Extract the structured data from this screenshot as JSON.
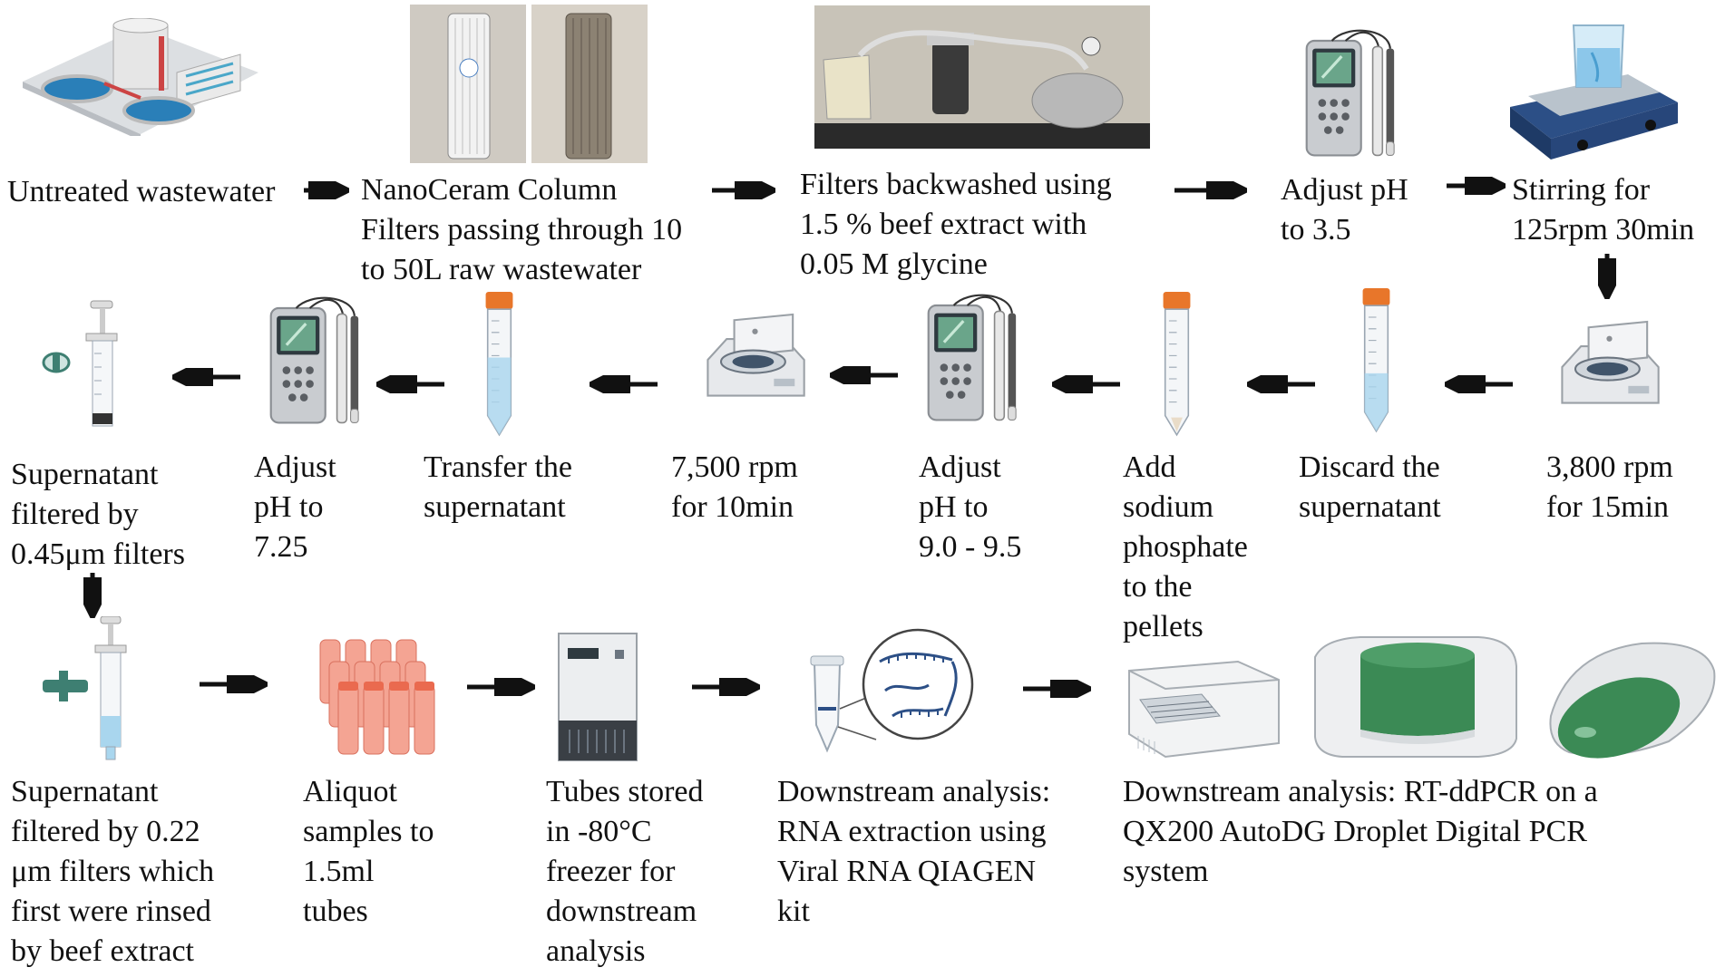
{
  "steps": {
    "s1": "Untreated wastewater",
    "s2": "NanoCeram Column\nFilters passing through 10\nto 50L raw wastewater",
    "s3": "Filters backwashed using\n1.5 % beef extract with\n0.05 M glycine",
    "s4": "Adjust pH\nto 3.5",
    "s5": "Stirring  for\n125rpm 30min",
    "s6": "3,800 rpm\nfor 15min",
    "s7": "Discard the\nsupernatant",
    "s8": "Add\nsodium\nphosphate\nto the\npellets",
    "s9": "Adjust\npH to\n9.0 - 9.5",
    "s10": "7,500 rpm\nfor 10min",
    "s11": "Transfer the\nsupernatant",
    "s12": "Adjust\npH to\n7.25",
    "s13": "Supernatant\nfiltered by\n0.45μm filters",
    "s14": "Supernatant\nfiltered by 0.22\nμm filters which\nfirst were rinsed\nby beef extract",
    "s15": "Aliquot\nsamples to\n1.5ml\ntubes",
    "s16": "Tubes stored\nin -80°C\nfreezer for\ndownstream\nanalysis",
    "s17": "Downstream analysis:\nRNA extraction using\nViral RNA QIAGEN\nkit",
    "s18": "Downstream analysis: RT-ddPCR on a\nQX200 AutoDG Droplet Digital PCR\nsystem"
  },
  "icons": {
    "treatment_plant": "wastewater-plant-icon",
    "filter_photos": "nanoceram-filter-photo",
    "backwash_photo": "backwash-setup-photo",
    "ph_meter": "ph-meter-icon",
    "stirrer": "magnetic-stirrer-icon",
    "centrifuge": "centrifuge-icon",
    "tube": "conical-tube-icon",
    "syringe": "syringe-filter-icon",
    "vials": "aliquot-vials-icon",
    "freezer": "freezer-icon",
    "rna": "rna-extraction-icon",
    "ddpcr": "ddpcr-system-icon"
  },
  "colors": {
    "arrow": "#111111",
    "tube_cap": "#e8762a",
    "liquid": "#a9d6ee",
    "screen": "#6aa58a",
    "vial": "#f08a7a",
    "ddpcr_green": "#3b8a55"
  }
}
